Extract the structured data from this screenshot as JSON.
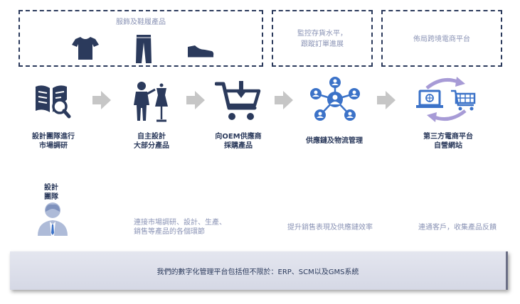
{
  "boxes": {
    "apparel": "服飾及鞋履產品",
    "monitor_line1": "監控存貨水平，",
    "monitor_line2": "跟蹤訂單進展",
    "platform": "佈局跨境電商平台"
  },
  "steps": [
    {
      "line1": "設計團隊進行",
      "line2": "市場調研",
      "icon": "market-research-book-icon"
    },
    {
      "line1": "自主設計",
      "line2": "大部分產品",
      "icon": "fashion-designer-icon"
    },
    {
      "line1": "向OEM供應商",
      "line2": "採購產品",
      "icon": "shopping-cart-download-icon"
    },
    {
      "line1": "供應鏈及物流管理",
      "line2": "",
      "icon": "supply-network-icon"
    },
    {
      "line1": "第三方電商平台",
      "line2": "自營網站",
      "icon": "ecommerce-sync-icon"
    }
  ],
  "team": {
    "line1": "設計",
    "line2": "團隊",
    "icon": "designer-person-icon"
  },
  "descriptions": {
    "d1_line1": "連接市場調研、設計、生產、",
    "d1_line2": "銷售等產品的各個環節",
    "d2": "提升銷售表現及供應鏈效率",
    "d3": "連通客戶，收集產品反饋"
  },
  "bottom": "我們的數字化管理平台包括但不限於：ERP、SCM以及GMS系統",
  "colors": {
    "navy": "#2b3a5c",
    "blue": "#3b72c8",
    "muted": "#8a93b5",
    "arrow": "#c6c6c6",
    "lavender": "#a79bd6"
  }
}
